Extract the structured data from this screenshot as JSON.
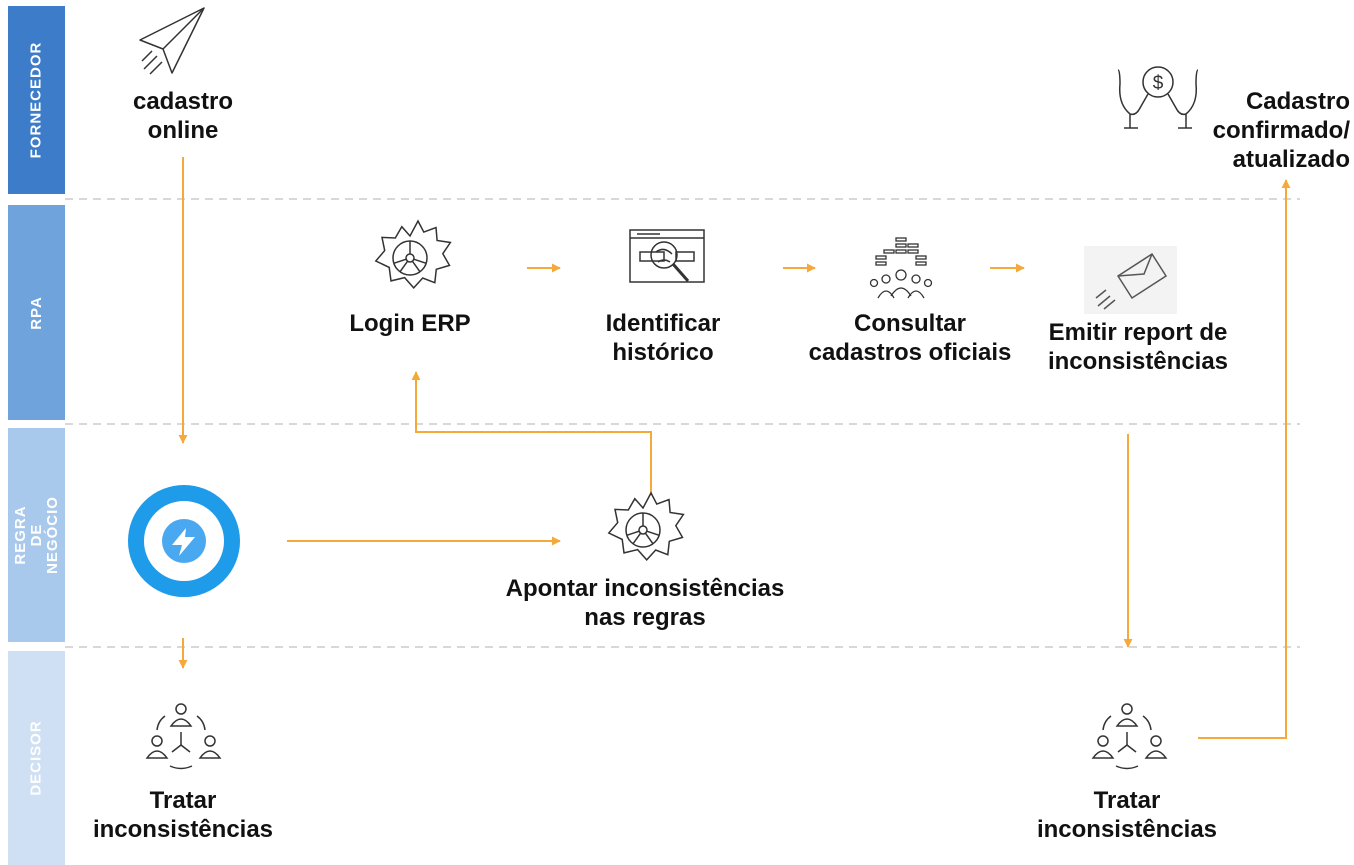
{
  "lanes": {
    "fornecedor": "FORNECEDOR",
    "rpa": "RPA",
    "regra": "REGRA DE\nNEGÓCIO",
    "decisor": "DECISOR"
  },
  "nodes": {
    "cadastro_online": "cadastro\nonline",
    "login_erp": "Login ERP",
    "identificar": "Identificar\nhistórico",
    "consultar": "Consultar\ncadastros oficiais",
    "emitir": "Emitir report de\ninconsistências",
    "apontar": "Apontar inconsistências\nnas regras",
    "tratar_left": "Tratar\ninconsistências",
    "tratar_right": "Tratar\ninconsistências",
    "cadastro_confirmado": "Cadastro\nconfirmado/\natualizado"
  },
  "icons": {
    "cadastro_online": "paper-plane-icon",
    "login_erp": "gear-icon",
    "identificar": "web-search-icon",
    "consultar": "people-data-icon",
    "emitir": "sending-envelope-icon",
    "apontar": "gear-icon",
    "regra": "lightning-bolt-icon",
    "tratar": "team-cycle-icon",
    "cadastro_confirmado": "hands-money-icon"
  },
  "colors": {
    "arrow": "#f6a93b",
    "lane_fornecedor": "#3d7cc9",
    "lane_rpa": "#6ea3dc",
    "lane_regra": "#a9c9ec",
    "lane_decisor": "#cfe0f4",
    "bolt_ring": "#1e9be9"
  }
}
